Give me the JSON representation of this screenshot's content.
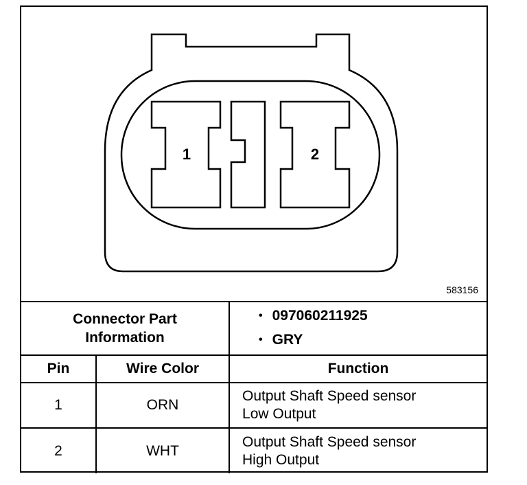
{
  "diagram": {
    "pin_labels": [
      "1",
      "2"
    ],
    "figure_id": "583156"
  },
  "connector_info": {
    "label": "Connector Part Information",
    "items": [
      "097060211925",
      "GRY"
    ]
  },
  "table": {
    "headers": {
      "pin": "Pin",
      "wire_color": "Wire Color",
      "function": "Function"
    },
    "rows": [
      {
        "pin": "1",
        "wire_color": "ORN",
        "function_line1": "Output Shaft Speed sensor",
        "function_line2": "Low Output"
      },
      {
        "pin": "2",
        "wire_color": "WHT",
        "function_line1": "Output Shaft Speed sensor",
        "function_line2": "High Output"
      }
    ]
  }
}
